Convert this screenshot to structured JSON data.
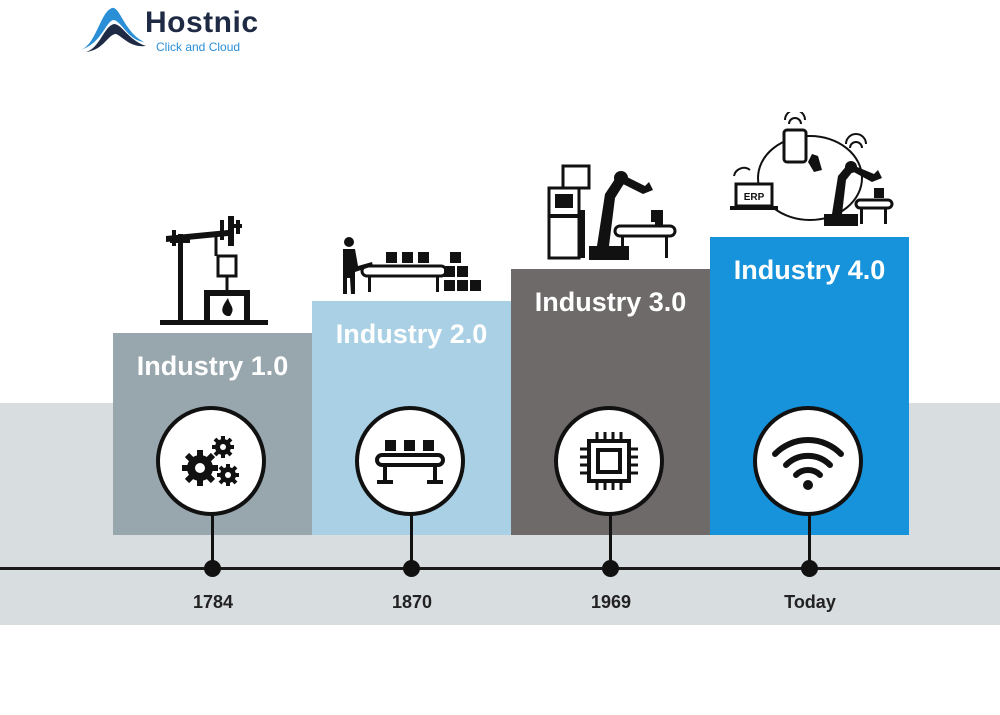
{
  "brand": {
    "name": "Hostnic",
    "tagline": "Click and Cloud",
    "accent": "#2a8fd6",
    "dark": "#1f2a44"
  },
  "eras": [
    {
      "title": "Industry 1.0",
      "year": "1784",
      "color": "#98a6ae",
      "icon": "gears-icon",
      "illustration": "steam-engine"
    },
    {
      "title": "Industry 2.0",
      "year": "1870",
      "color": "#a9d0e4",
      "icon": "conveyor-icon",
      "illustration": "assembly-line"
    },
    {
      "title": "Industry 3.0",
      "year": "1969",
      "color": "#6f6a6a",
      "icon": "chip-icon",
      "illustration": "robot-arm"
    },
    {
      "title": "Industry 4.0",
      "year": "Today",
      "color": "#1793dc",
      "icon": "wifi-icon",
      "illustration": "connected-erp",
      "label": "ERP"
    }
  ]
}
